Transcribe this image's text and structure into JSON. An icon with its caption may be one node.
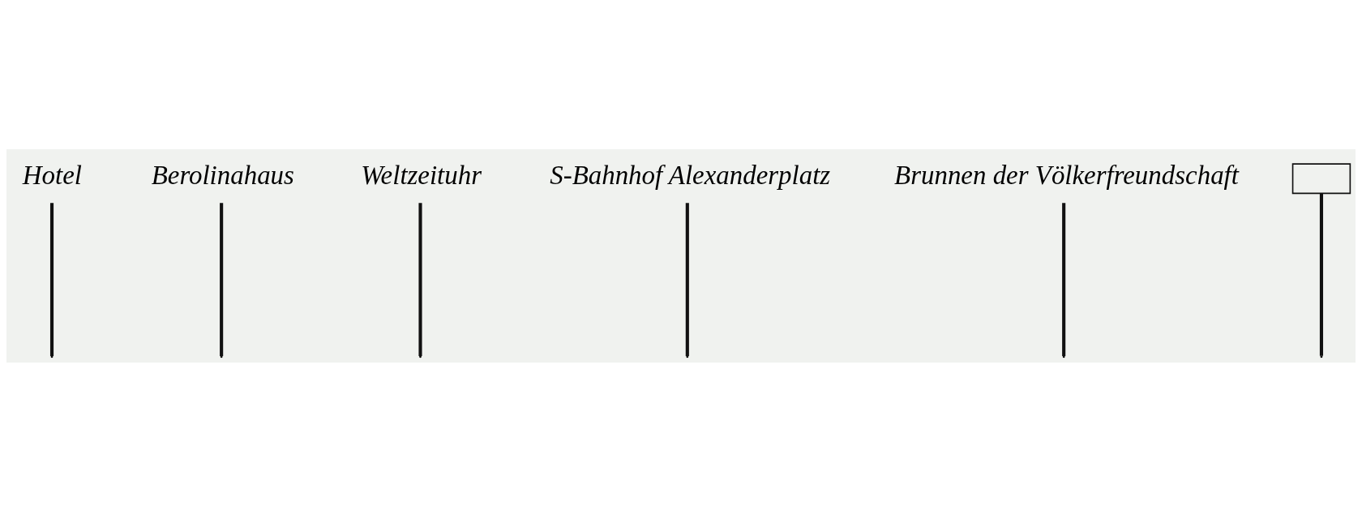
{
  "diagram": {
    "nodes": [
      {
        "text": [
          "Hotel"
        ]
      },
      {
        "text": [
          "Berolinahaus"
        ]
      },
      {
        "text": [
          "Weltzeituhr"
        ]
      },
      {
        "text": [
          "S-Bahnhof Alexanderplatz"
        ]
      },
      {
        "text": [
          "Brunnen der Völkerfreundschaft"
        ]
      },
      {
        "text": [],
        "shape": "box"
      }
    ],
    "edges": [
      {
        "from": 3,
        "to": null,
        "arrow": "none"
      },
      {
        "from": 1,
        "to": null,
        "arrow": "none"
      },
      {
        "from": 2,
        "to": null,
        "arrow": "none"
      },
      {
        "from": 5,
        "to": null,
        "arrow": "none"
      },
      {
        "from": 4,
        "to": null,
        "arrow": "none"
      },
      {
        "from": 0,
        "to": null,
        "arrow": "none"
      }
    ]
  }
}
